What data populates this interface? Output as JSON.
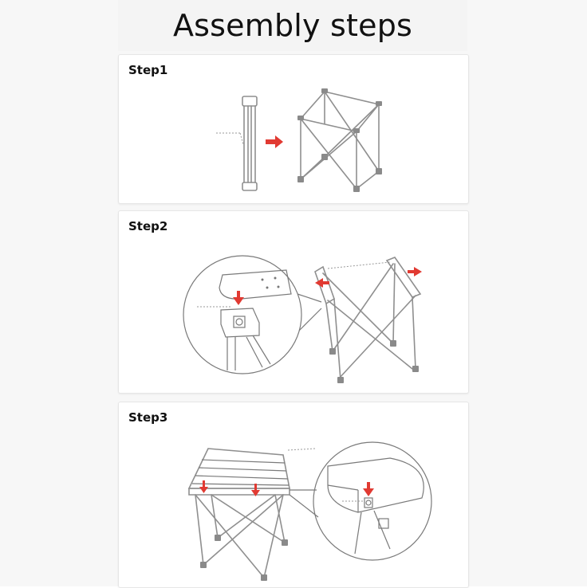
{
  "header": {
    "title": "Assembly steps"
  },
  "steps": [
    {
      "label": "Step1"
    },
    {
      "label": "Step2"
    },
    {
      "label": "Step3"
    }
  ],
  "colors": {
    "arrow": "#e13a32",
    "frame": "#8f8f8f",
    "background": "#f7f7f7"
  },
  "icons": [
    "arrow-right-icon",
    "arrow-down-icon",
    "arrow-left-icon"
  ]
}
